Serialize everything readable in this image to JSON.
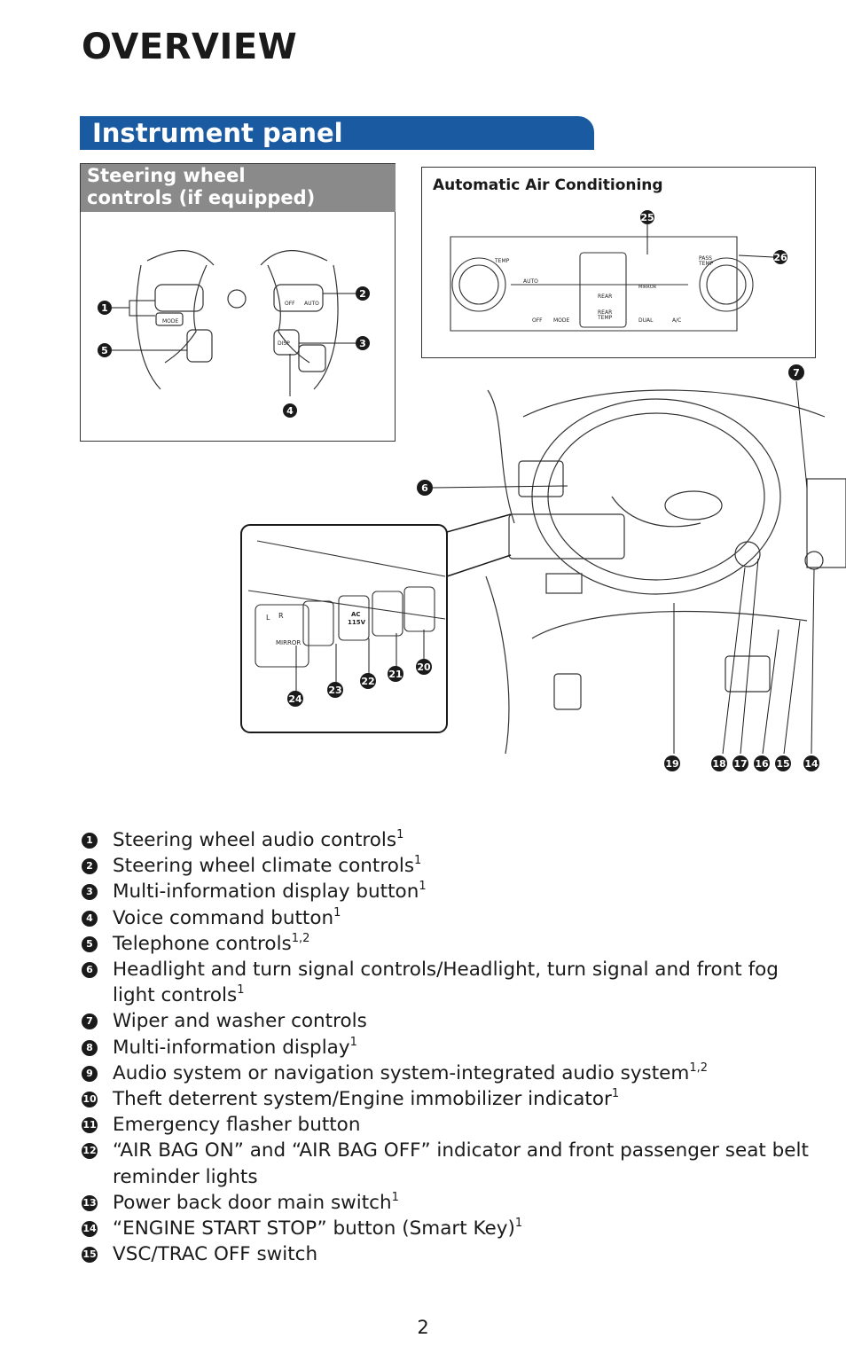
{
  "page": {
    "title": "OVERVIEW",
    "section": "Instrument panel",
    "page_number": "2"
  },
  "steering_panel": {
    "header_line1": "Steering wheel",
    "header_line2": "controls (if equipped)",
    "button_labels": {
      "mode": "MODE",
      "off": "OFF",
      "auto": "AUTO",
      "disp": "DISP"
    },
    "callouts": [
      "1",
      "2",
      "3",
      "4",
      "5"
    ]
  },
  "ac_panel": {
    "title": "Automatic Air Conditioning",
    "button_labels": {
      "temp": "TEMP",
      "pass_temp_1": "PASS",
      "pass_temp_2": "TEMP",
      "auto": "AUTO",
      "fan_off": "OFF",
      "mode": "MODE",
      "rear": "REAR",
      "rear_temp_1": "REAR",
      "rear_temp_2": "TEMP",
      "mirror": "MIRROR",
      "dual": "DUAL",
      "ac": "A/C"
    },
    "callouts": [
      "25",
      "26"
    ]
  },
  "dashboard": {
    "switch_labels": {
      "mirror": "MIRROR",
      "ac": "AC",
      "volt": "115V",
      "l": "L",
      "r": "R"
    },
    "callouts": [
      "6",
      "7",
      "14",
      "15",
      "16",
      "17",
      "18",
      "19",
      "20",
      "21",
      "22",
      "23",
      "24"
    ]
  },
  "legend": [
    {
      "num": "1",
      "text": "Steering wheel audio controls",
      "sup": "1"
    },
    {
      "num": "2",
      "text": "Steering wheel climate controls",
      "sup": "1"
    },
    {
      "num": "3",
      "text": "Multi-information display button",
      "sup": "1"
    },
    {
      "num": "4",
      "text": "Voice command button",
      "sup": "1"
    },
    {
      "num": "5",
      "text": "Telephone controls",
      "sup": "1,2"
    },
    {
      "num": "6",
      "text": "Headlight and turn signal controls/Headlight, turn signal and front fog light controls",
      "sup": "1"
    },
    {
      "num": "7",
      "text": "Wiper and washer controls",
      "sup": ""
    },
    {
      "num": "8",
      "text": "Multi-information display",
      "sup": "1"
    },
    {
      "num": "9",
      "text": "Audio system or navigation system-integrated audio system",
      "sup": "1,2"
    },
    {
      "num": "10",
      "text": "Theft deterrent system/Engine immobilizer indicator",
      "sup": "1"
    },
    {
      "num": "11",
      "text": "Emergency flasher button",
      "sup": ""
    },
    {
      "num": "12",
      "text": "“AIR BAG ON” and “AIR BAG OFF” indicator and front passenger seat belt reminder lights",
      "sup": ""
    },
    {
      "num": "13",
      "text": "Power back door main switch",
      "sup": "1"
    },
    {
      "num": "14",
      "text": "“ENGINE START STOP” button (Smart Key)",
      "sup": "1"
    },
    {
      "num": "15",
      "text": "VSC/TRAC OFF switch",
      "sup": ""
    }
  ]
}
